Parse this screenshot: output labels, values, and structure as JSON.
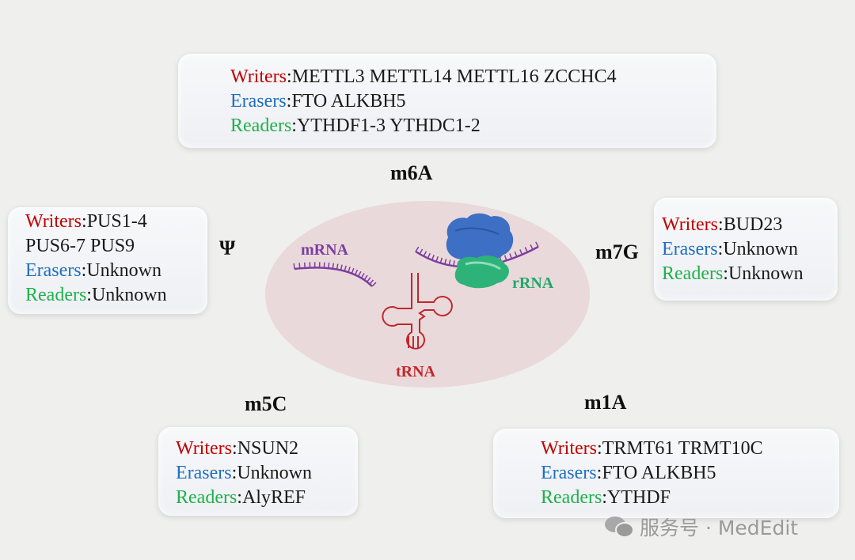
{
  "colors": {
    "writers": "#c00000",
    "erasers": "#1f6fc0",
    "readers": "#1fb04c",
    "background": "#efefed",
    "ellipse": "#ead9da",
    "mrna": "#7b3fa0",
    "trna": "#c0282d",
    "rrna": "#1fa86a",
    "ribosome": "#3d6fc4"
  },
  "labels": {
    "writers": "Writers",
    "erasers": "Erasers",
    "readers": "Readers",
    "sep": ":"
  },
  "m6a": {
    "name": "m6A",
    "writers": "METTL3 METTL14 METTL16 ZCCHC4",
    "erasers": "FTO ALKBH5",
    "readers": "YTHDF1-3 YTHDC1-2"
  },
  "psi": {
    "name": "Ψ",
    "writers": "PUS1-4",
    "writers_cont": "PUS6-7 PUS9",
    "erasers": "Unknown",
    "readers": "Unknown"
  },
  "m7g": {
    "name": "m7G",
    "writers": "BUD23",
    "erasers": "Unknown",
    "readers": "Unknown"
  },
  "m5c": {
    "name": "m5C",
    "writers": "NSUN2",
    "erasers": "Unknown",
    "readers": "AlyREF"
  },
  "m1a": {
    "name": "m1A",
    "writers": "TRMT61 TRMT10C",
    "erasers": "FTO ALKBH5",
    "readers": "YTHDF"
  },
  "center": {
    "mrna": "mRNA",
    "rrna": "rRNA",
    "trna": "tRNA"
  },
  "watermark": {
    "icon": "wechat-icon",
    "text": "服务号 · MedEdit"
  }
}
